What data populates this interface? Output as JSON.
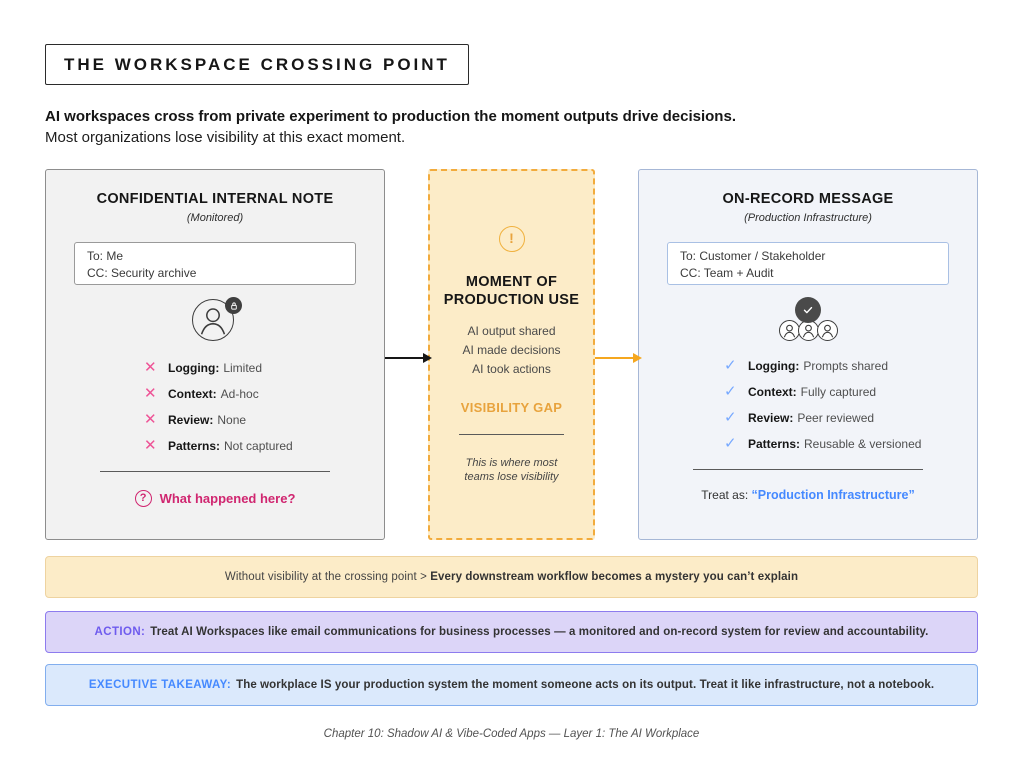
{
  "page": {
    "title": "THE WORKSPACE CROSSING POINT",
    "subtitle_bold": "AI workspaces cross from private experiment to production the moment outputs drive decisions.",
    "subtitle_regular": "Most organizations lose visibility at this exact moment.",
    "footer": "Chapter 10: Shadow AI & Vibe-Coded Apps — Layer 1: The AI Workplace"
  },
  "left_panel": {
    "title": "CONFIDENTIAL INTERNAL NOTE",
    "subtitle": "(Monitored)",
    "to_line": "To: Me",
    "cc_line": "CC: Security archive",
    "items": [
      {
        "mark": "✕",
        "label": "Logging:",
        "value": "Limited"
      },
      {
        "mark": "✕",
        "label": "Context:",
        "value": "Ad-hoc"
      },
      {
        "mark": "✕",
        "label": "Review:",
        "value": "None"
      },
      {
        "mark": "✕",
        "label": "Patterns:",
        "value": "Not captured"
      }
    ],
    "question_glyph": "?",
    "question": "What happened here?"
  },
  "middle_panel": {
    "warning_glyph": "!",
    "title_line1": "MOMENT OF",
    "title_line2": "PRODUCTION USE",
    "items": [
      "AI output shared",
      "AI made decisions",
      "AI took actions"
    ],
    "gap_label": "VISIBILITY GAP",
    "note_line1": "This is where most",
    "note_line2": "teams lose visibility"
  },
  "right_panel": {
    "title": "ON-RECORD MESSAGE",
    "subtitle": "(Production Infrastructure)",
    "to_line": "To: Customer / Stakeholder",
    "cc_line": "CC: Team + Audit",
    "items": [
      {
        "mark": "✓",
        "label": "Logging:",
        "value": "Prompts shared"
      },
      {
        "mark": "✓",
        "label": "Context:",
        "value": "Fully captured"
      },
      {
        "mark": "✓",
        "label": "Review:",
        "value": "Peer reviewed"
      },
      {
        "mark": "✓",
        "label": "Patterns:",
        "value": "Reusable & versioned"
      }
    ],
    "treat_as_prefix": "Treat as:",
    "treat_as_value": "“Production Infrastructure”"
  },
  "banners": {
    "warning": {
      "prefix": "Without visibility at the crossing point > ",
      "bold": "Every downstream workflow becomes a mystery you can’t explain"
    },
    "action": {
      "label": "ACTION:",
      "text": "Treat AI Workspaces like email communications for business processes — a monitored and on-record system for review and accountability."
    },
    "executive": {
      "label": "EXECUTIVE TAKEAWAY:",
      "text": "The workplace IS your production system the moment someone acts on its output. Treat it like infrastructure, not a notebook."
    }
  },
  "colors": {
    "magenta_x": "#ee5396",
    "magenta_question": "#d02670",
    "orange_accent": "#f2ab3c",
    "amber_text": "#e8a33d",
    "check_blue": "#78a9ff",
    "link_blue": "#4589ff",
    "purple_accent": "#6e5bee",
    "left_panel_bg": "#f2f2f2",
    "middle_panel_bg": "#fcecc8",
    "right_panel_bg": "#f2f4f9"
  }
}
